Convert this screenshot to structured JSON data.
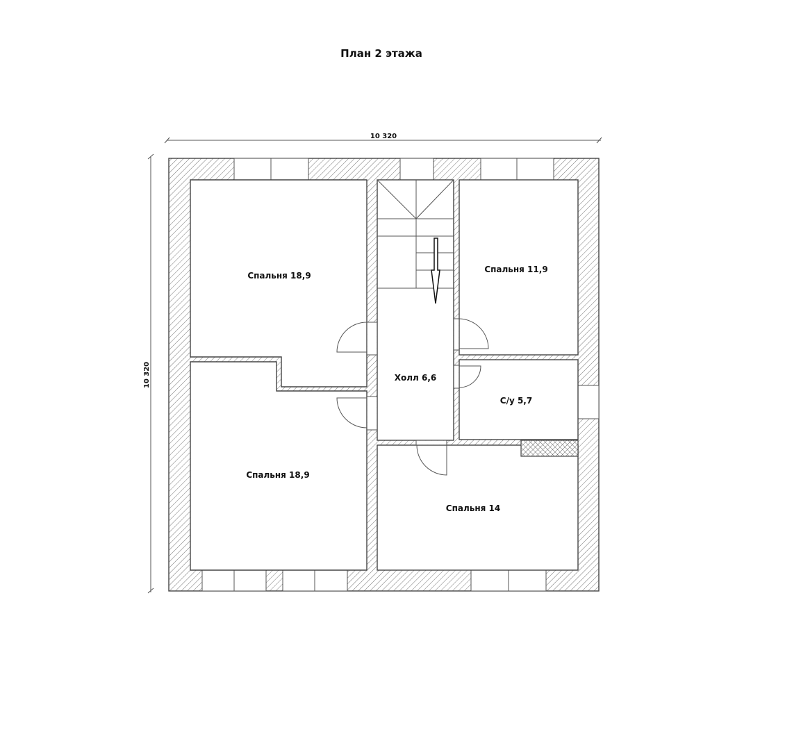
{
  "title": "План 2 этажа",
  "dimensions": {
    "width_label": "10 320",
    "height_label": "10 320"
  },
  "rooms": [
    {
      "label": "Спальня 18,9"
    },
    {
      "label": "Спальня 18,9"
    },
    {
      "label": "Спальня 11,9"
    },
    {
      "label": "Холл 6,6"
    },
    {
      "label": "С/у 5,7"
    },
    {
      "label": "Спальня 14"
    }
  ],
  "colors": {
    "wall_hatch": "#777777",
    "line": "#444444"
  }
}
